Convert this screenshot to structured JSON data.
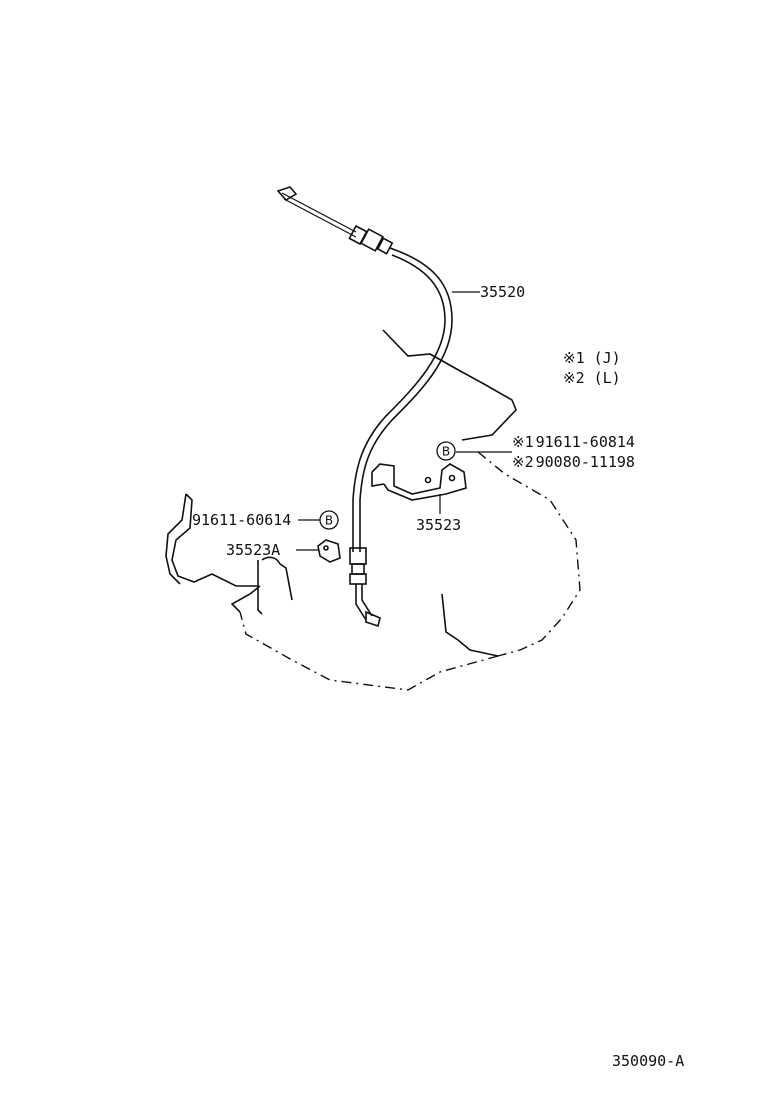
{
  "parts": {
    "cable": "35520",
    "bracket": "35523",
    "bracket_a": "35523A",
    "bolt_left": "91611-60614",
    "bolt_right_1": "91611-60814",
    "bolt_right_2": "90080-11198"
  },
  "markers": {
    "ref_symbol": "※",
    "n1": "1",
    "n2": "2",
    "circle_letter": "B"
  },
  "legend": {
    "line1_code": "(J)",
    "line2_code": "(L)"
  },
  "figure_id": "350090-A"
}
